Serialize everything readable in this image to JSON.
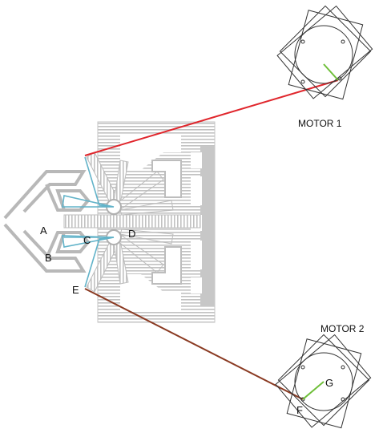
{
  "labels": {
    "motor1": "MOTOR 1",
    "motor2": "MOTOR 2",
    "A": "A",
    "B": "B",
    "C": "C",
    "D": "D",
    "E": "E",
    "F": "F",
    "G": "G"
  },
  "colors": {
    "structure": "#c7c7c7",
    "structure_dark": "#a9a9a9",
    "background": "#ffffff",
    "wire_motor1": "#e0262c",
    "wire_motor2": "#8a3a22",
    "crank_arm": "#6fbf3a",
    "linkage": "#62b3c9",
    "motor_outline": "#333333"
  }
}
